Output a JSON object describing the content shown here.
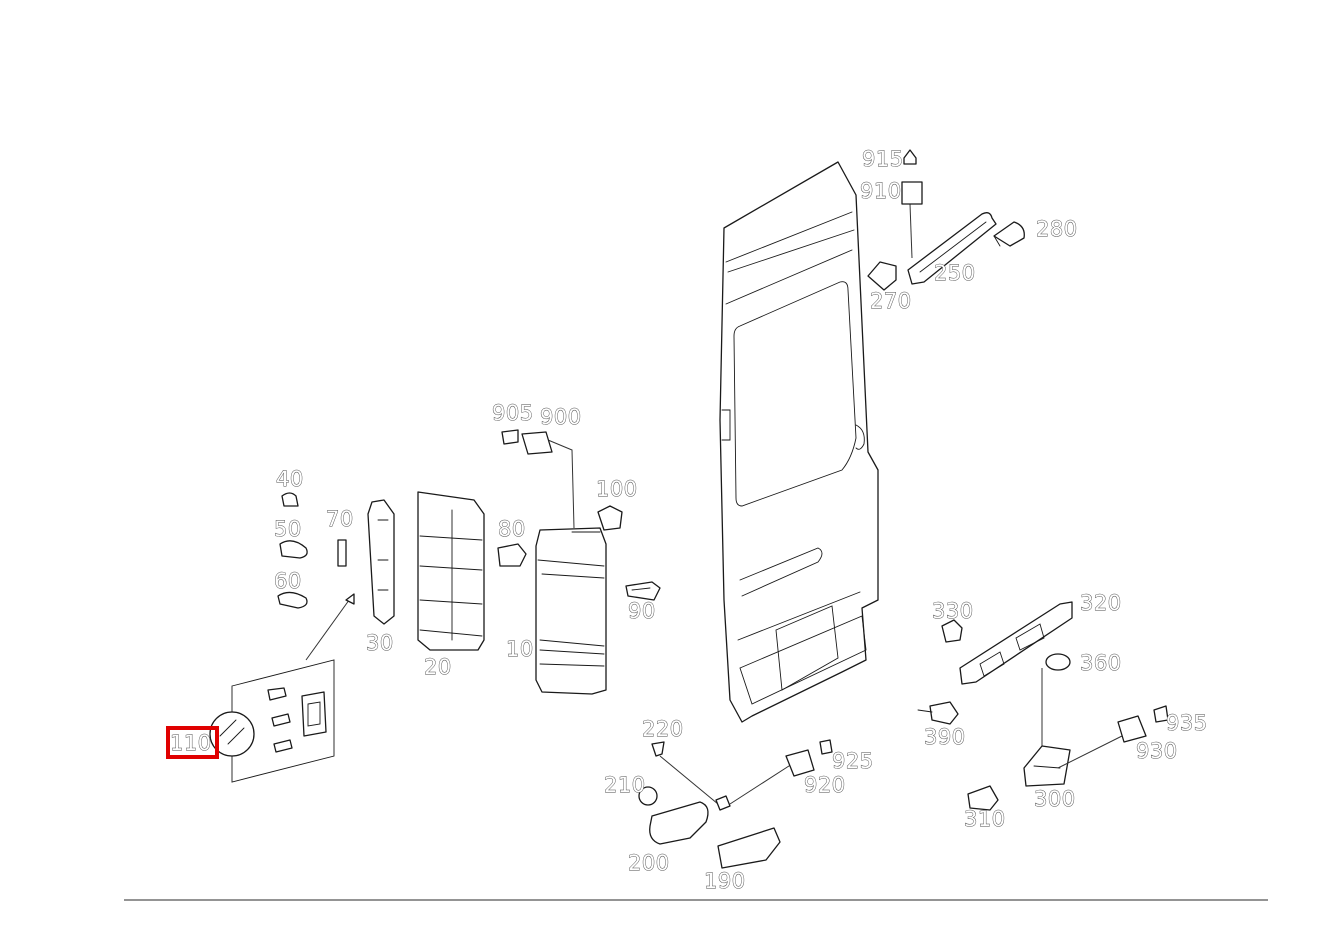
{
  "diagram": {
    "selected_callout": "110",
    "highlight_color": "#e00000",
    "callouts": {
      "c10": "10",
      "c20": "20",
      "c30": "30",
      "c40": "40",
      "c50": "50",
      "c60": "60",
      "c70": "70",
      "c80": "80",
      "c90": "90",
      "c100": "100",
      "c110": "110",
      "c190": "190",
      "c200": "200",
      "c210": "210",
      "c220": "220",
      "c250": "250",
      "c270": "270",
      "c280": "280",
      "c300": "300",
      "c310": "310",
      "c320": "320",
      "c330": "330",
      "c360": "360",
      "c390": "390",
      "c900": "900",
      "c905": "905",
      "c910": "910",
      "c915": "915",
      "c920": "920",
      "c925": "925",
      "c930": "930",
      "c935": "935"
    }
  }
}
